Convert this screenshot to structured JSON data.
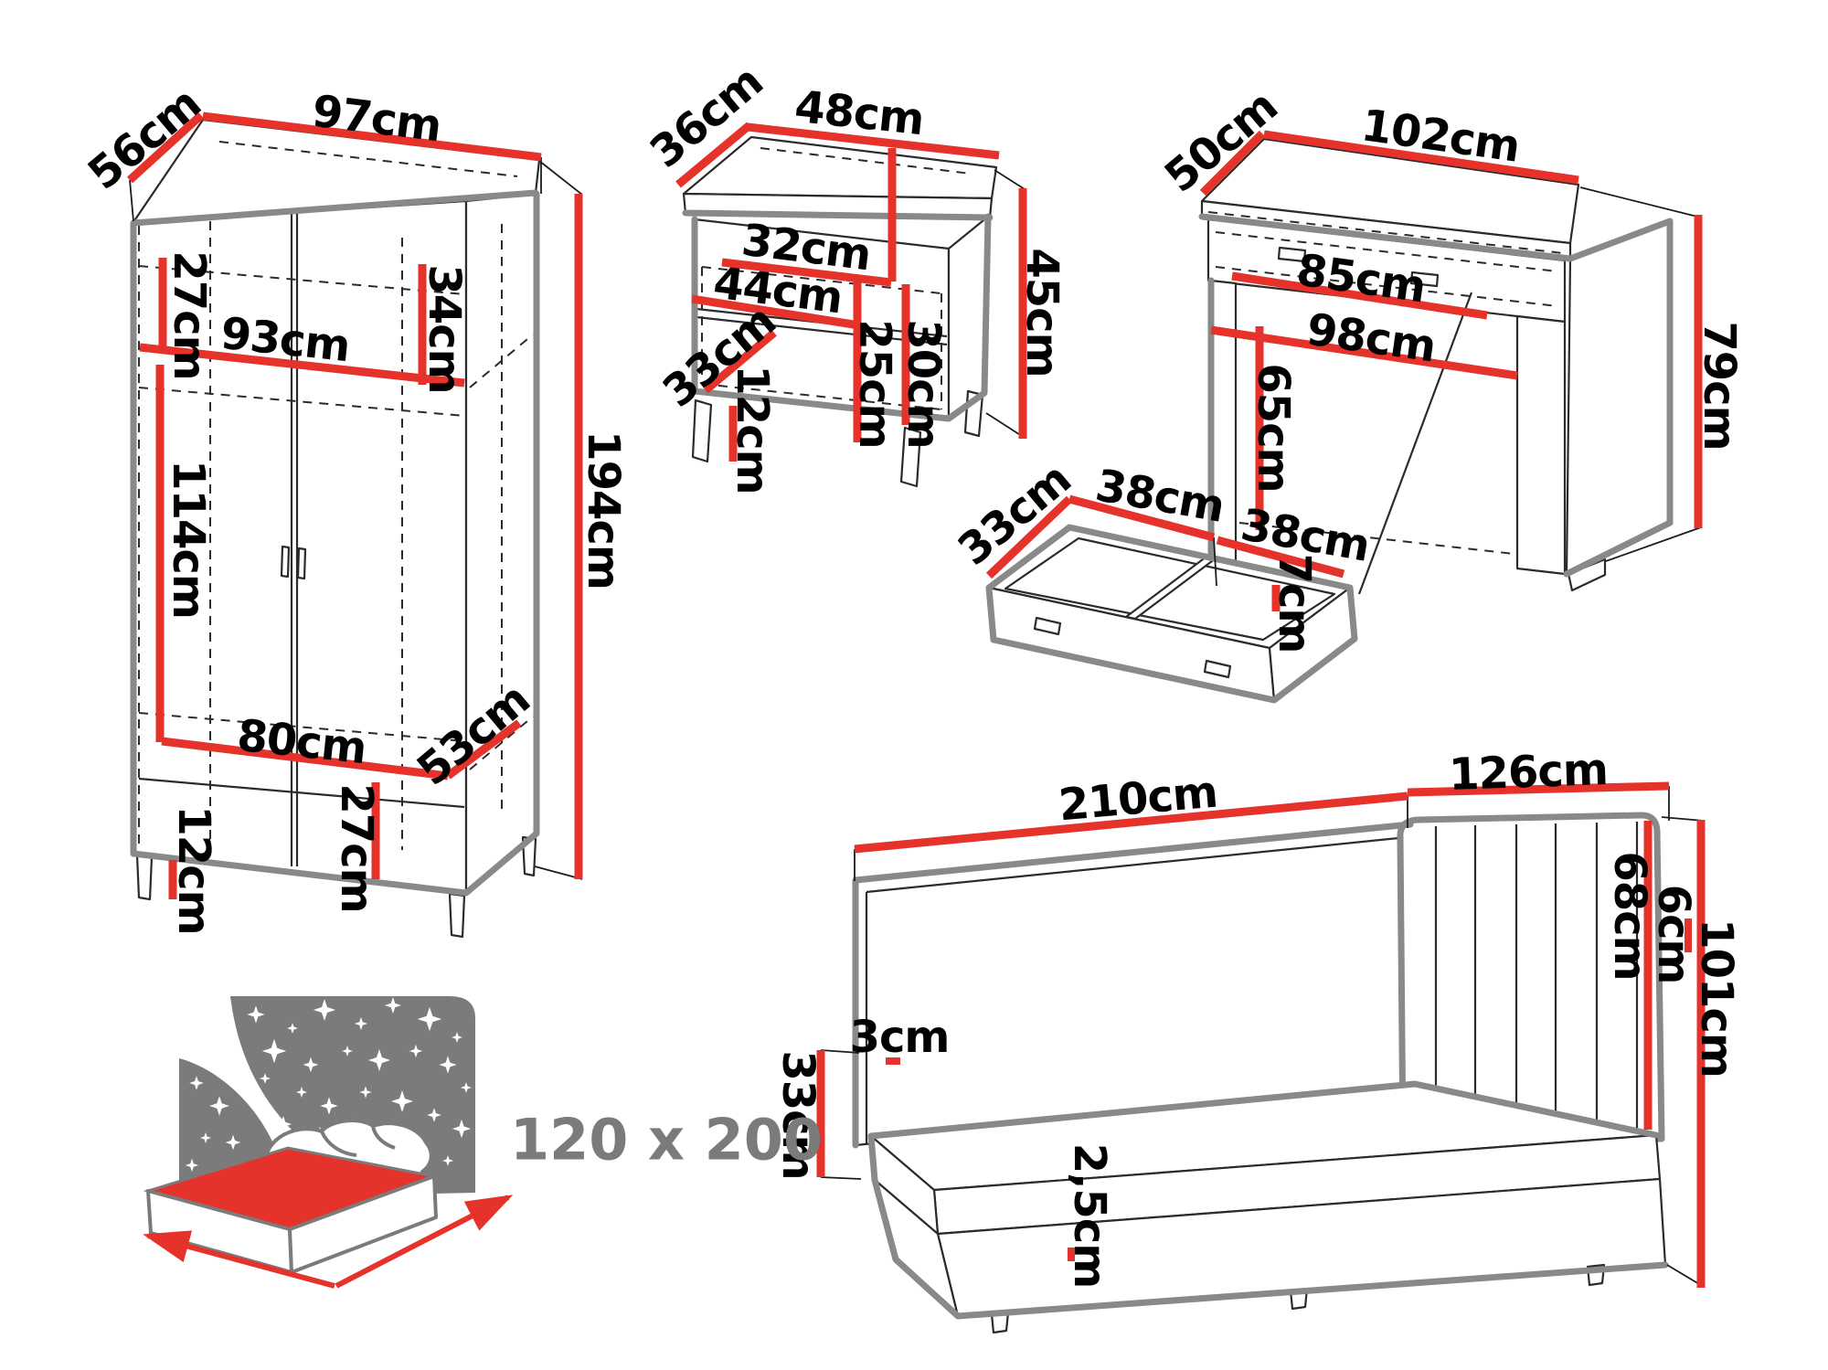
{
  "page": {
    "background": "#ffffff"
  },
  "colors": {
    "dimension_red": "#e5332b",
    "outline_grey": "#898989",
    "detail_black": "#2b2b2b",
    "label_black": "#000000",
    "icon_grey": "#7b7b7b"
  },
  "wardrobe": {
    "dims": {
      "depth": "56cm",
      "width": "97cm",
      "top_section_height": "27cm",
      "top_right_height": "34cm",
      "inner_width": "93cm",
      "door_height": "114cm",
      "total_height": "194cm",
      "bottom_inner_width": "80cm",
      "bottom_depth": "53cm",
      "leg_height": "12cm",
      "bottom_drawer_height": "27cm"
    }
  },
  "nightstand": {
    "dims": {
      "depth": "36cm",
      "width": "48cm",
      "upper_inner_width": "32cm",
      "lower_inner_width": "44cm",
      "inner_depth": "33cm",
      "leg_height": "12cm",
      "shelf_height": "25cm",
      "opening_height": "30cm",
      "total_height": "45cm"
    }
  },
  "desk": {
    "dims": {
      "depth": "50cm",
      "width": "102cm",
      "drawer_width": "85cm",
      "inner_width": "98cm",
      "opening_height": "65cm",
      "total_height": "79cm"
    }
  },
  "under_desk_drawer": {
    "dims": {
      "depth": "33cm",
      "left_section_width": "38cm",
      "right_section_width": "38cm",
      "height": "7cm"
    }
  },
  "bed": {
    "dims": {
      "length": "210cm",
      "headboard_width": "126cm",
      "headboard_height": "68cm",
      "headboard_thickness": "6cm",
      "total_height": "101cm",
      "mattress_edge": "3cm",
      "base_height": "33cm",
      "foot_height": "2,5cm"
    }
  },
  "mattress_icon": {
    "size_label": "120 x 200",
    "star_icon": "4-point-star",
    "arrows_icon": "red-dimension-arrows"
  }
}
